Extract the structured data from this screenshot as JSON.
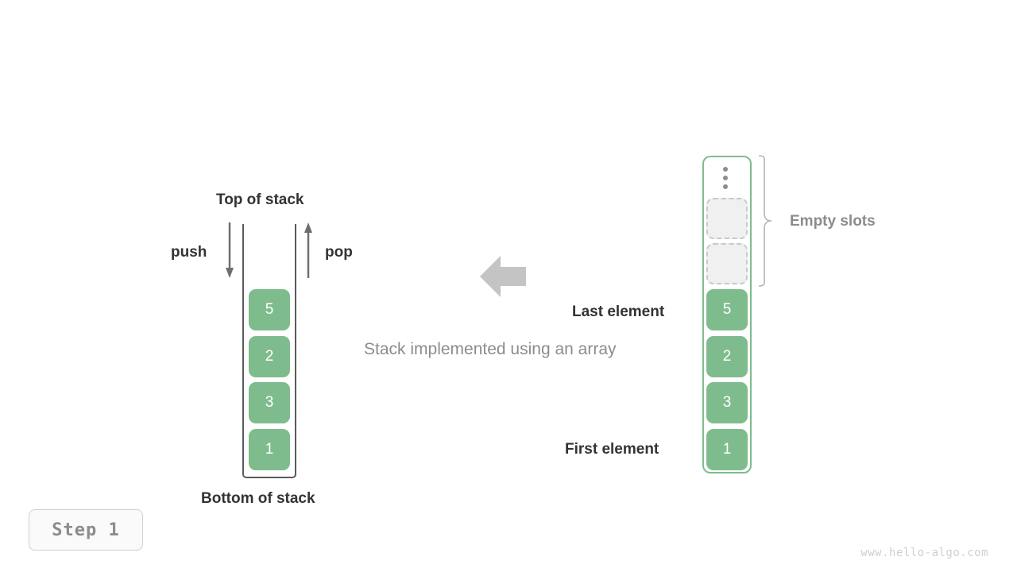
{
  "diagram": {
    "caption": "Stack implemented using an array",
    "watermark": "www.hello-algo.com",
    "step_badge": "Step 1",
    "colors": {
      "element_fill": "#7fbc8d",
      "element_text": "#ffffff",
      "container_stroke": "#5a5a5a",
      "array_stroke": "#7fbc8d",
      "empty_slot_fill": "#f0f0f0",
      "empty_slot_stroke": "#c9c9c9",
      "label_dark": "#333333",
      "label_gray": "#8c8c8c",
      "arrow_gray": "#c4c4c4"
    }
  },
  "stack": {
    "top_label": "Top of stack",
    "bottom_label": "Bottom of stack",
    "push_label": "push",
    "pop_label": "pop",
    "elements_top_to_bottom": [
      "5",
      "2",
      "3",
      "1"
    ]
  },
  "array": {
    "empty_slots_label": "Empty slots",
    "last_element_label": "Last element",
    "first_element_label": "First element",
    "ellipsis_icon": "vertical-ellipsis-icon",
    "elements_top_to_bottom": [
      "5",
      "2",
      "3",
      "1"
    ],
    "empty_slot_count": 2
  }
}
